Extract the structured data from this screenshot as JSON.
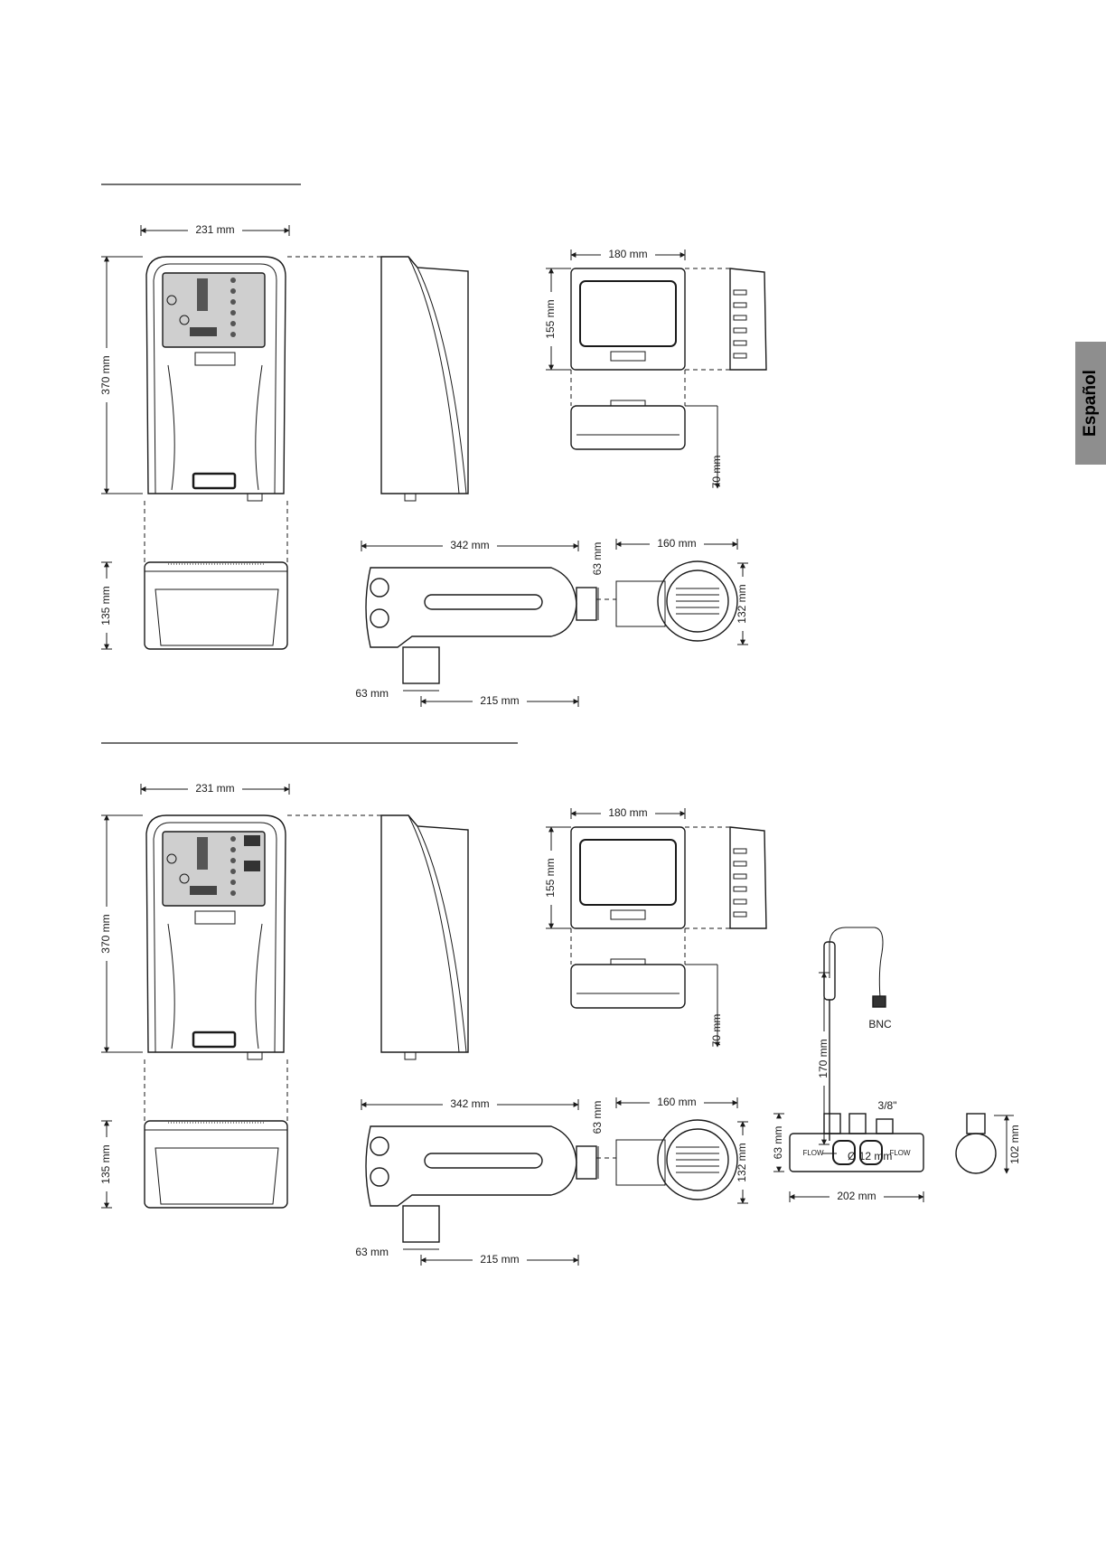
{
  "side_tab": {
    "label": "Español"
  },
  "section1": {
    "front": {
      "width": "231 mm",
      "height": "370 mm"
    },
    "bottom": {
      "depth": "135 mm"
    },
    "cell_top": {
      "width": "180 mm",
      "height": "155 mm",
      "depth": "70 mm"
    },
    "cell_side": {
      "length": "342 mm",
      "pipe": "63 mm",
      "offset": "63 mm",
      "span": "215 mm"
    },
    "cell_end": {
      "width": "160 mm",
      "height": "132 mm"
    }
  },
  "section2": {
    "front": {
      "width": "231 mm",
      "height": "370 mm"
    },
    "bottom": {
      "depth": "135 mm"
    },
    "cell_top": {
      "width": "180 mm",
      "height": "155 mm",
      "depth": "70 mm"
    },
    "cell_side": {
      "length": "342 mm",
      "pipe": "63 mm",
      "offset": "63 mm",
      "span": "215 mm"
    },
    "cell_end": {
      "width": "160 mm",
      "height": "132 mm"
    },
    "probe": {
      "length": "170 mm",
      "connector": "BNC",
      "diameter": "Ø 12 mm"
    },
    "manifold": {
      "height": "63 mm",
      "port": "3/8\"",
      "length": "202 mm",
      "flow": "FLOW"
    },
    "manifold_end": {
      "height": "102 mm"
    }
  },
  "colors": {
    "line": "#1a1a1a",
    "tab": "#8e8e8e"
  }
}
